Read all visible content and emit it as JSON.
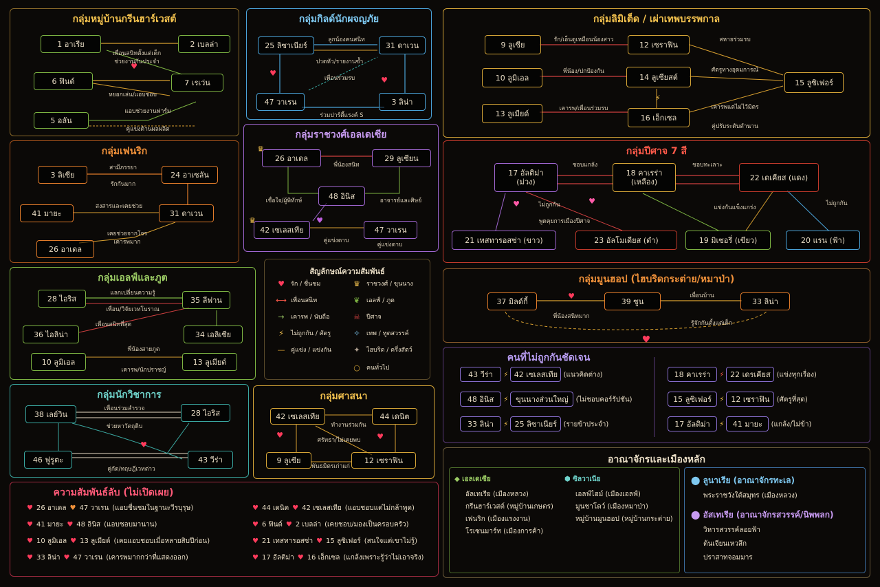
{
  "green": {
    "title": "กลุ่มหมู่บ้านกรีนฮาร์เวสต์",
    "n1": "1  อาเรีย",
    "n2": "2  เบลล่า",
    "n6": "6  ฟินด์",
    "n7": "7  เรเว่น",
    "n5": "5  อลัน",
    "e1": "เพื่อนสนิทตั้งแต่เด็ก",
    "e2": "ช่วยงานกันประจำ",
    "e3": "หยอกเล่น/แอบชอบ",
    "e4": "แอบช่วยงานฟาร์ม",
    "e5": "คู่แข่งด้านผลผลิต"
  },
  "adv": {
    "title": "กลุ่มกิลด์นักผจญภัย",
    "n25": "25 ลิซาเนียร์",
    "n31": "31  ดาเวน",
    "n47": "47  วาเรน",
    "n3": "3   ลิน่า",
    "e1": "ลูกน้องคนสนิท",
    "e2": "ปวดหัว/รายงานซ้ำ",
    "e3": "เพื่อนร่วมรบ",
    "e4": "ร่วมปาร์ตี้แรงค์ S"
  },
  "mystic": {
    "title": "กลุ่มลิมิเต็ด / เผ่าเทพบรรพกาล",
    "n9": "9  ลูเซีย",
    "n12": "12 เซราฟิน",
    "n10": "10 ลูมิเอล",
    "n14": "14 ลูเซียสต์",
    "n13": "13 ลูเมียด์",
    "n16": "16 เอ็กเซล",
    "n15": "15  ลูซิเฟอร์",
    "e1": "รัก/เอ็นดูเหมือนน้องสาว",
    "e2": "สหายร่วมรบ",
    "e3": "พี่น้อง/ปกป้องกัน",
    "e4": "ศัตรูทางอุดมการณ์",
    "e5": "เคารพ/เพื่อนร่วมรบ",
    "e6": "เคารพแต่ไม่ไว้มิตร",
    "e7": "คู่ปรับระดับตำนาน"
  },
  "fenrik": {
    "title": "กลุ่มเฟนริก",
    "n3": "3   ลิเซีย",
    "n24": "24  อาเซลัน",
    "n41": "41  มายะ",
    "n31": "31  ดาเวน",
    "n26": "26  อาเดล",
    "e1": "สามีภรรยา",
    "e2": "รักกันมาก",
    "e3": "สงสารและเคยช่วย",
    "e4": "เคยช่วยจากโจร",
    "e5": "เคารพมาก"
  },
  "royal": {
    "title": "กลุ่มราชวงศ์เอลเดเซีย",
    "n26": "26  อาเดล",
    "n29": "29  ลูเซียน",
    "n48": "48  อินิส",
    "n42": "42 เซเลสเทีย",
    "n47": "47  วาเรน",
    "e1": "พี่น้องสนิท",
    "e2": "เชื่อใจ/ผู้พิทักษ์",
    "e3": "อาจารย์และศิษย์",
    "e4": "คู่แข่งดาบ",
    "e5": "คู่แข่งดาบ"
  },
  "sins": {
    "title": "กลุ่มปีศาจ 7 สี",
    "n17": "17 อัลติม่า\n(ม่วง)",
    "n18": "18 คาเรร่า\n(เหลือง)",
    "n22": "22 เดเคียส (แดง)",
    "n21": "21 เทสทารอสซ่า (ขาว)",
    "n23": "23 อัลโมเดียส (ดำ)",
    "n19": "19 มิเซอรี่ (เขียว)",
    "n20": "20 แรน (ฟ้า)",
    "e1": "ชอบแกล้ง",
    "e2": "ชอบทะเลาะ",
    "e3": "ไม่ถูกกัน",
    "e4": "พูดคุยการเมืองปีศาจ",
    "e5": "แข่งกันแข็งแกร่ง",
    "e6": "ไม่ถูกกัน"
  },
  "elf": {
    "title": "กลุ่มเอลฟ์และภูต",
    "n28": "28  ไอริส",
    "n35": "35  ลีฟาน",
    "n36": "36  ไอลิน่า",
    "n34": "34  เอลิเซีย",
    "n10": "10  ลูมิเอล",
    "n13": "13  ลูเมียด์",
    "e1": "แลกเปลี่ยนความรู้",
    "e2": "เพื่อน/วิจัยเวทโบราณ",
    "e3": "เพื่อนสนิทที่สุด",
    "e4": "พี่น้องสายภูต",
    "e5": "เคารพ/นักปราชญ์"
  },
  "legend": {
    "title": "สัญลักษณ์ความสัมพันธ์",
    "items": [
      [
        "♥",
        "รัก / ชื่นชม"
      ],
      [
        "⟷",
        "เพื่อนสนิท"
      ],
      [
        "→",
        "เคารพ / นับถือ"
      ],
      [
        "⚡",
        "ไม่ถูกกัน / ศัตรู"
      ],
      [
        "—",
        "คู่แข่ง / แข่งกัน"
      ]
    ],
    "items2": [
      [
        "♛",
        "ราชวงศ์ / ขุนนาง"
      ],
      [
        "❦",
        "เอลฟ์ / ภูต"
      ],
      [
        "☠",
        "ปีศาจ"
      ],
      [
        "✧",
        "เทพ / ทูตสวรรค์"
      ],
      [
        "✦",
        "ไฮบริด / ครึ่งสัตว์"
      ],
      [
        "○",
        "คนทั่วไป"
      ]
    ]
  },
  "moon": {
    "title": "กลุ่มมูนฮอป (ไฮบริดกระต่าย/หมาป่า)",
    "n37": "37  มิลด์กี้",
    "n39": "39  ซูน",
    "n33": "33  ลิน่า",
    "e1": "พี่น้องสนิทมาก",
    "e2": "เพื่อนบ้าน",
    "e3": "รู้จักกันตั้งแต่เด็ก"
  },
  "scholar": {
    "title": "กลุ่มนักวิชาการ",
    "n38": "38  เลย์วิน",
    "n28": "28  ไอริส",
    "n46": "46  ฟูรูตะ",
    "n43": "43  วีร่า",
    "e1": "เพื่อนร่วมสำรวจ",
    "e2": "ช่วยหาวัตถุดิบ",
    "e3": "คู่กัด/ทฤษฎีเวทต่าว"
  },
  "religion": {
    "title": "กลุ่มศาสนา",
    "n42": "42 เซเลสเทีย",
    "n44": "44  เดนิต",
    "n9": "9   ลูเซีย",
    "n12": "12 เซราฟิน",
    "e1": "ทำงานร่วมกัน",
    "e2": "ศรัทธา/ไม่เคยพบ",
    "e3": "พันธมิตรเก่าแก่"
  },
  "conflict": {
    "title": "คนที่ไม่ถูกกันชัดเจน",
    "left": [
      [
        "43  วีร่า",
        "42 เซเลสเทีย",
        "(แนวคิดต่าง)"
      ],
      [
        "48  อินิส",
        "ขุนนางส่วนใหญ่",
        "(ไม่ชอบคอร์รัปชัน)"
      ],
      [
        "33  ลิน่า",
        "25 ลิซาเนียร์",
        "(รายข้าประจำ)"
      ]
    ],
    "right": [
      [
        "18  คาเรร่า",
        "22 เดรเคียส",
        "(แข่งทุกเรื่อง)"
      ],
      [
        "15 ลูซิเฟอร์",
        "12 เซราฟิน",
        "(ศัตรูที่สุด)"
      ],
      [
        "17 อัลติม่า",
        "41  มายะ",
        "(แกล้ง/ไม่ข้า)"
      ]
    ]
  },
  "secret": {
    "title": "ความสัมพันธ์ลับ (ไม่เปิดเผย)",
    "left": [
      [
        "26 อาเดล",
        "47 วาเรน",
        "(แอบชื่นชมในฐานะวีรบุรุษ)"
      ],
      [
        "41 มายะ",
        "48 อินิส",
        "(แอบชอบมานาน)"
      ],
      [
        "10 ลูมิเอล",
        "13 ลูเมียด์",
        "(เคยแอบชอบเมื่อหลายสิบปีก่อน)"
      ],
      [
        "33 ลิน่า",
        "47 วาเรน",
        "(เคารพมากกว่าที่แสดงออก)"
      ]
    ],
    "right": [
      [
        "44 เดนิต",
        "42 เซเลสเทีย",
        "(แอบชอบแต่ไม่กล้าพูด)"
      ],
      [
        "6 ฟินด์",
        "2 เบลล่า",
        "(เคยชอบ/มองเป็นครอบครัว)"
      ],
      [
        "21 เทสทารอสซ่า",
        "15 ลูซิเฟอร์",
        "(สนใจแต่เขาไม่รู้)"
      ],
      [
        "17 อัลติม่า",
        "16 เอ็กเซล",
        "(แกล้งเพราะรู้ว่าไม่เอาจริง)"
      ]
    ]
  },
  "kingdom": {
    "title": "อาณาจักรและเมืองหลัก",
    "k1": "เอลเดเซีย",
    "k1c": [
      "อัลเทเรีย (เมืองหลวง)",
      "กรีนฮาร์เวสต์ (หมู่บ้านเกษตร)",
      "เฟนริก (เมืองแรงงาน)",
      "โรเซนมาร์ท (เมืองการค้า)"
    ],
    "k2": "ซิลวาเนีย",
    "k2c": [
      "เอลฟ์ไฮม์ (เมืองเอลฟ์)",
      "มูนชาโดว์ (เมืองหมาป่า)",
      "หมู่บ้านมูนฮอป (หมู่บ้านกระต่าย)"
    ],
    "k3": "ลูนาเรีย (อาณาจักรทะเล)",
    "k3c": [
      "พระราชวังใต้สมุทร (เมืองหลวง)"
    ],
    "k4": "อัสเทเรีย (อาณาจักรสวรรค์/นิพพลก)",
    "k4c": [
      "วิหารสวรรค์ลอยฟ้า",
      "ต้นเจียนเหวลึก",
      "ปราสาทจอมมาร"
    ]
  }
}
